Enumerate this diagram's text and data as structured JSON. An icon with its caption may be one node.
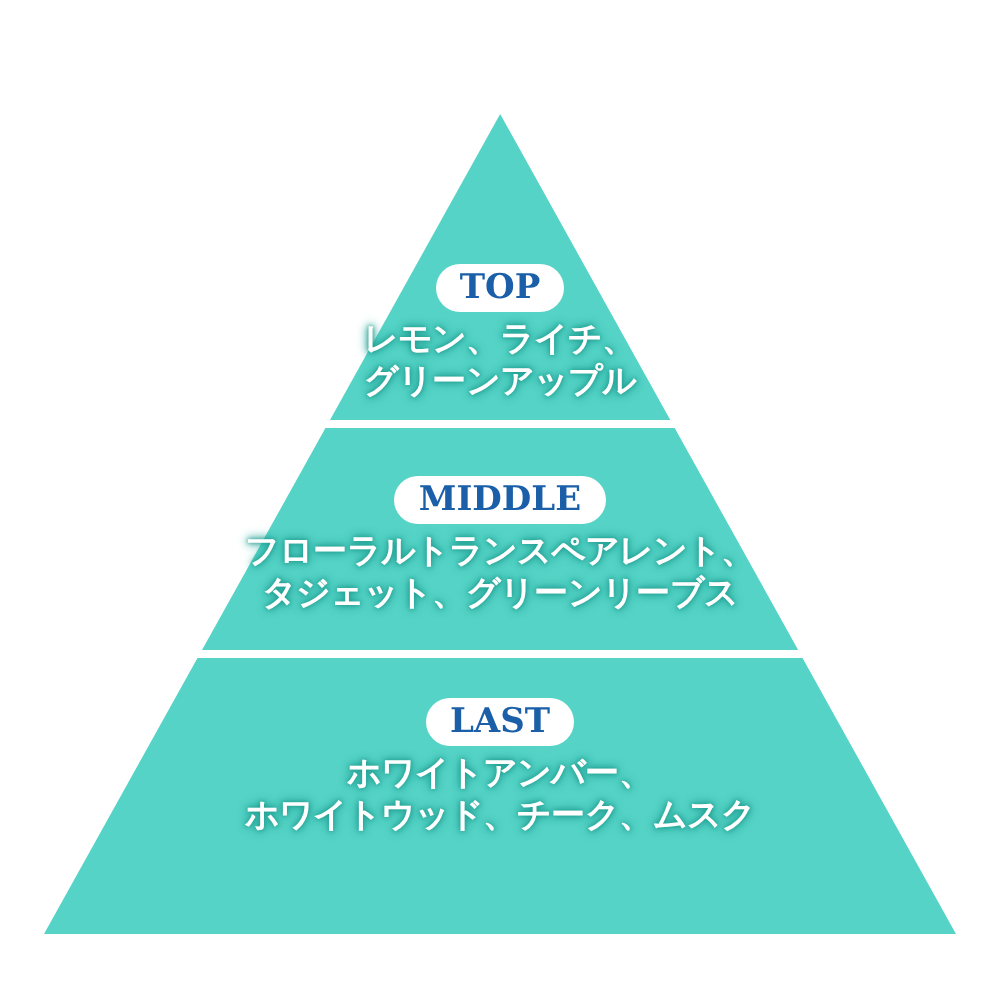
{
  "diagram": {
    "nodes": [
      {
        "text": [
          "TOP",
          "レモン、ライチ、グリーンアップル"
        ]
      },
      {
        "text": [
          "MIDDLE",
          "フローラルトランスペアレント、タジェット、グリーンリーブス"
        ]
      },
      {
        "text": [
          "LAST",
          "ホワイトアンバー、ホワイトウッド、チーク、ムスク"
        ]
      }
    ]
  }
}
